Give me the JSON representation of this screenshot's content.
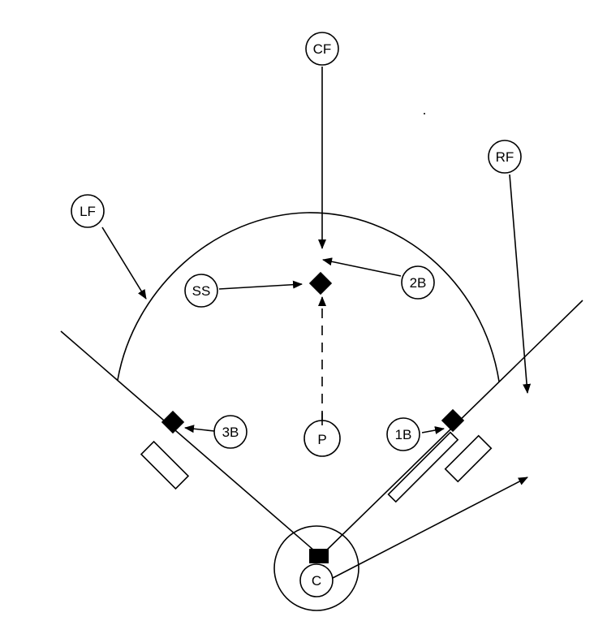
{
  "positions": {
    "cf": "CF",
    "rf": "RF",
    "lf": "LF",
    "ss": "SS",
    "second_base": "2B",
    "third_base": "3B",
    "first_base": "1B",
    "pitcher": "P",
    "catcher": "C"
  }
}
